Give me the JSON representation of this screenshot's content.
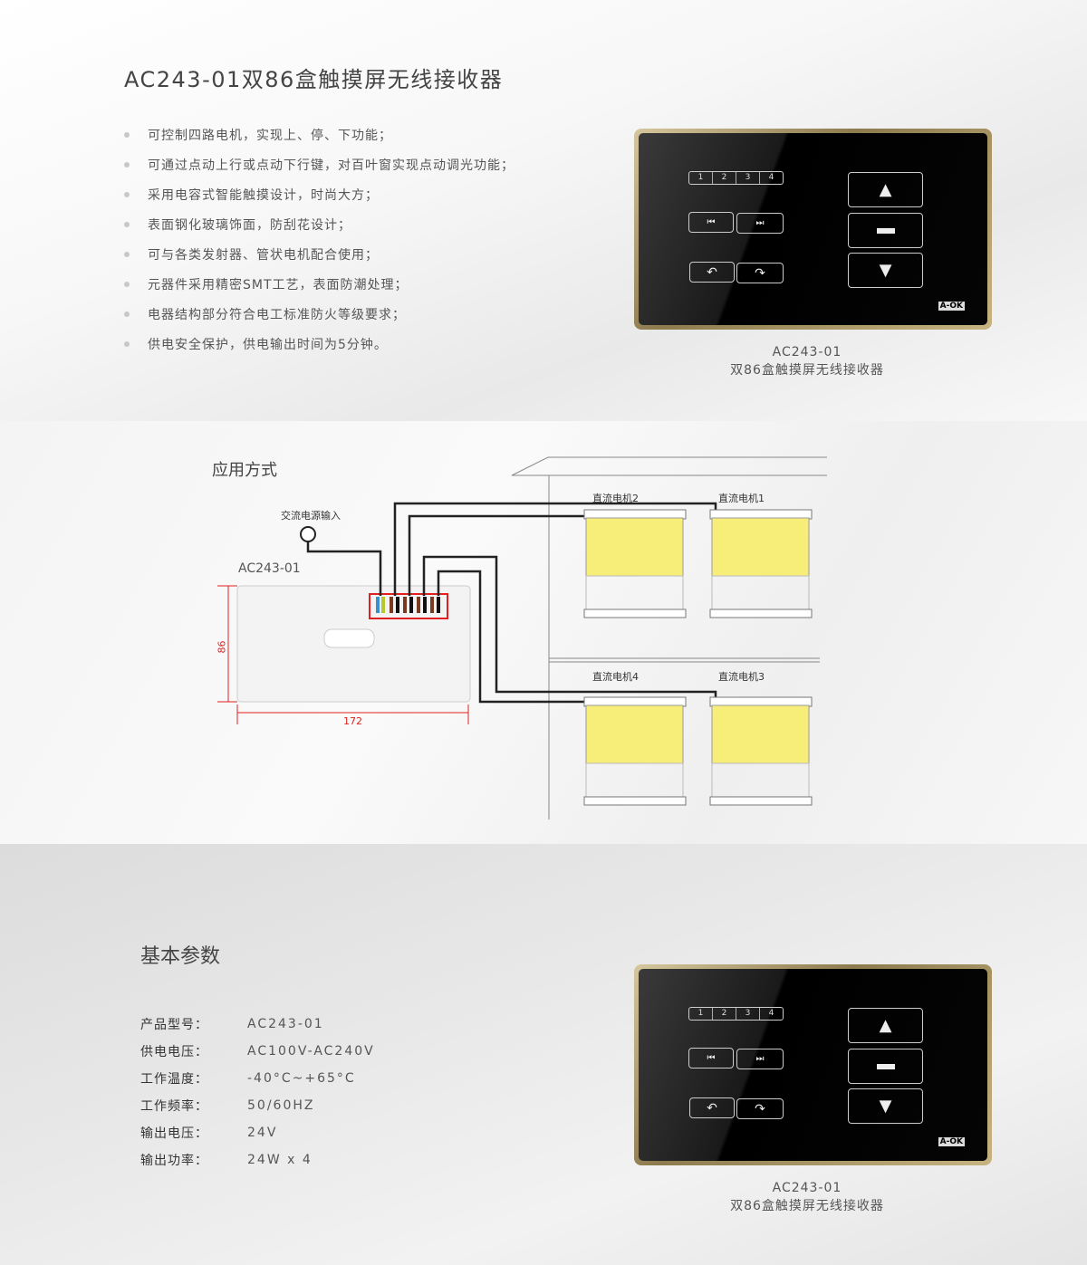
{
  "title": "AC243-01双86盒触摸屏无线接收器",
  "features": [
    "可控制四路电机，实现上、停、下功能；",
    "可通过点动上行或点动下行键，对百叶窗实现点动调光功能；",
    "采用电容式智能触摸设计，时尚大方；",
    "表面钢化玻璃饰面，防刮花设计；",
    "可与各类发射器、管状电机配合使用；",
    "元器件采用精密SMT工艺，表面防潮处理；",
    "电器结构部分符合电工标准防火等级要求；",
    "供电安全保护，供电输出时间为5分钟。"
  ],
  "device": {
    "channels": [
      "1",
      "2",
      "3",
      "4"
    ],
    "logo": "A-OK",
    "caption_model": "AC243-01",
    "caption_name": "双86盒触摸屏无线接收器"
  },
  "application": {
    "heading": "应用方式",
    "power_label": "交流电源输入",
    "model": "AC243-01",
    "dim_height": "86",
    "dim_width": "172",
    "motors": [
      "直流电机2",
      "直流电机1",
      "直流电机4",
      "直流电机3"
    ]
  },
  "params": {
    "heading": "基本参数",
    "rows": [
      {
        "k": "产品型号：",
        "v": "AC243-01"
      },
      {
        "k": "供电电压：",
        "v": "AC100V-AC240V"
      },
      {
        "k": "工作温度：",
        "v": "-40°C~+65°C"
      },
      {
        "k": "工作频率：",
        "v": "50/60HZ"
      },
      {
        "k": "输出电压：",
        "v": "24V"
      },
      {
        "k": "输出功率：",
        "v": "24W x 4"
      }
    ]
  }
}
